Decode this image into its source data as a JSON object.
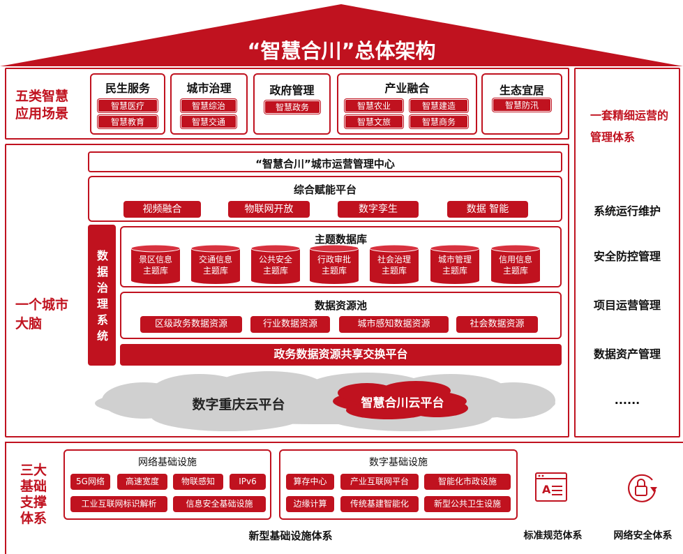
{
  "title": "“智慧合川”总体架构",
  "scenes": {
    "label": "五类智慧应用场景",
    "groups": [
      {
        "title": "民生服务",
        "items": [
          "智慧医疗",
          "智慧教育"
        ]
      },
      {
        "title": "城市治理",
        "items": [
          "智慧综治",
          "智慧交通"
        ]
      },
      {
        "title": "政府管理",
        "items": [
          "智慧政务"
        ]
      },
      {
        "title": "产业融合",
        "items": [
          "智慧农业",
          "智慧建造",
          "智慧文旅",
          "智慧商务"
        ]
      },
      {
        "title": "生态宜居",
        "items": [
          "智慧防汛"
        ]
      }
    ]
  },
  "brain": {
    "label": "一个城市大脑",
    "ops_center": "“智慧合川”城市运营管理中心",
    "enable_platform": {
      "title": "综合赋能平台",
      "items": [
        "视频融合",
        "物联网开放",
        "数字孪生",
        "数据 智能"
      ]
    },
    "governance": "数据治理系统",
    "theme_db": {
      "title": "主题数据库",
      "items": [
        {
          "l1": "景区信息",
          "l2": "主题库"
        },
        {
          "l1": "交通信息",
          "l2": "主题库"
        },
        {
          "l1": "公共安全",
          "l2": "主题库"
        },
        {
          "l1": "行政审批",
          "l2": "主题库"
        },
        {
          "l1": "社会治理",
          "l2": "主题库"
        },
        {
          "l1": "城市管理",
          "l2": "主题库"
        },
        {
          "l1": "信用信息",
          "l2": "主题库"
        }
      ]
    },
    "resource_pool": {
      "title": "数据资源池",
      "items": [
        "区级政务数据资源",
        "行业数据资源",
        "城市感知数据资源",
        "社会数据资源"
      ]
    },
    "exchange_platform": "政务数据资源共享交换平台",
    "cloud_main": "数字重庆云平台",
    "cloud_sub": "智慧合川云平台"
  },
  "management": {
    "title": "一套精细运营的管理体系",
    "items": [
      "系统运行维护",
      "安全防控管理",
      "项目运营管理",
      "数据资产管理",
      "......"
    ]
  },
  "infrastructure": {
    "label": "三大基础支撑体系",
    "network": {
      "title": "网络基础设施",
      "row1": [
        "5G网络",
        "高速宽度",
        "物联感知",
        "IPv6"
      ],
      "row2": [
        "工业互联网标识解析",
        "信息安全基础设施"
      ]
    },
    "digital": {
      "title": "数字基础设施",
      "row1": [
        "算存中心",
        "产业互联网平台",
        "智能化市政设施"
      ],
      "row2": [
        "边缘计算",
        "传统基建智能化",
        "新型公共卫生设施"
      ]
    },
    "footer": "新型基础设施体系",
    "standards": "标准规范体系",
    "security": "网络安全体系",
    "colors": {
      "primary": "#c0121f",
      "cloud": "#d0d0d0"
    }
  }
}
